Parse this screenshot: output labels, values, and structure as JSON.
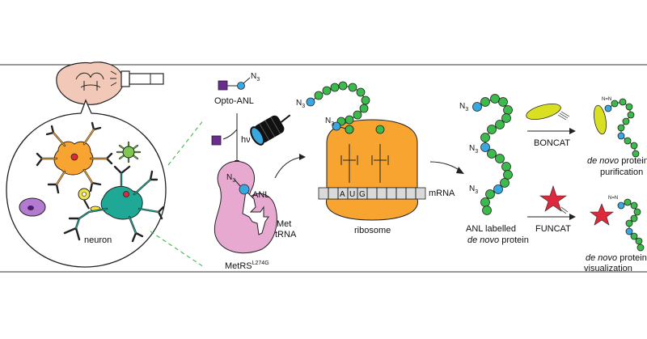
{
  "labels": {
    "neuron": "neuron",
    "opto_anl": "Opto-ANL",
    "hv": "hν",
    "n3": "N",
    "n3_sub": "3",
    "anl": "ANL",
    "met": "Met",
    "trna": "tRNA",
    "metrs": "MetRS",
    "metrs_sup": "L274G",
    "ribosome": "ribosome",
    "mrna": "mRNA",
    "codon": [
      "A",
      "U",
      "G"
    ],
    "anl_labelled": "ANL labelled",
    "de_novo_protein": "de novo",
    "protein_word": "protein",
    "boncat": "BONCAT",
    "funcat": "FUNCAT",
    "result_top_a": "de novo",
    "result_top_b": " protein",
    "result_top_c": "purification",
    "result_bot_a": "de novo",
    "result_bot_b": " protein",
    "result_bot_c": "visualization",
    "triazole": "N=N"
  },
  "colors": {
    "brain": "#f2c9b8",
    "orange_neuron": "#f7a530",
    "green_glia": "#7ec850",
    "teal_neuron": "#1fa896",
    "purple_cell": "#b27ad0",
    "yellow_synapse": "#f4e24a",
    "pink_metrs": "#e8a9d0",
    "ribosome": "#f7a530",
    "amino_green": "#3cba4b",
    "anl_blue": "#3aa8e0",
    "purple_square": "#6a2c91",
    "biotin_yellow": "#d9e021",
    "star_red": "#e0283c",
    "dash_green": "#3cba4b"
  },
  "icons": [
    "flashlight-icon",
    "lamp-icon"
  ]
}
